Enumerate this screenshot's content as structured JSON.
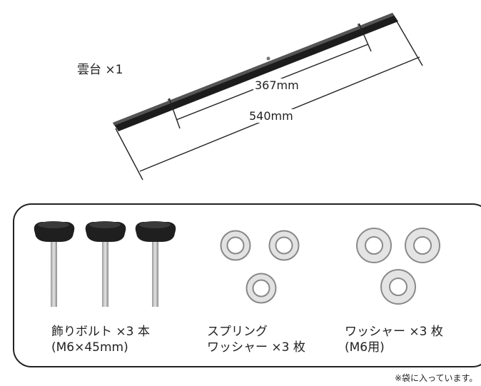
{
  "mount": {
    "name_label": "雲台 ×1",
    "inner_dim": "367mm",
    "outer_dim": "540mm"
  },
  "parts": [
    {
      "line1": "飾りボルト ×3 本",
      "line2": "(M6×45mm)"
    },
    {
      "line1": "スプリング",
      "line2": "ワッシャー ×3 枚"
    },
    {
      "line1": "ワッシャー ×3 枚",
      "line2": "(M6用)"
    }
  ],
  "footnote": "※袋に入っています。",
  "colors": {
    "rail": "#1c1c1c",
    "metal": "#c8c8c8",
    "knob": "#1f1f1f",
    "line": "#222222"
  }
}
